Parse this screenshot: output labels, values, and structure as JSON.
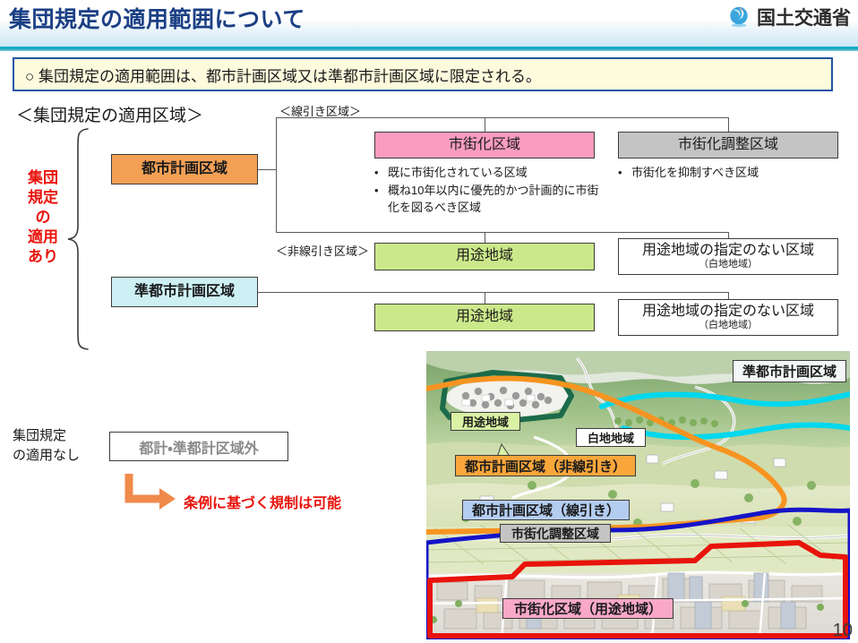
{
  "header": {
    "title": "集団規定の適用範囲について",
    "ministry": "国土交通省",
    "logo_icon": "mlit-swirl-logo"
  },
  "summary": {
    "text": "○ 集団規定の適用範囲は、都市計画区域又は準都市計画区域に限定される。"
  },
  "diagram": {
    "heading": "＜集団規定の適用区域＞",
    "label_senbiki": "＜線引き区域＞",
    "label_hisenbiki": "＜非線引き区域＞",
    "apply_yes": [
      "集団",
      "規定",
      "の",
      "適用",
      "あり"
    ],
    "boxes": {
      "toshikeikaku": "都市計画区域",
      "juntoshi": "準都市計画区域",
      "shigaika": "市街化区域",
      "chousei": "市街化調整区域",
      "youto": "用途地域",
      "hakuchi_main": "用途地域の指定のない区域",
      "hakuchi_sub": "（白地地域）"
    },
    "bullets_shigaika": [
      "既に市街化されている区域",
      "概ね10年以内に優先的かつ計画的に市街化を図るべき区域"
    ],
    "bullets_chousei": [
      "市街化を抑制すべき区域"
    ]
  },
  "not_applied": {
    "label": [
      "集団規定",
      "の適用なし"
    ],
    "box": "都計・準都計区域外",
    "arrow_icon": "bent-arrow-icon",
    "note": "条例に基づく規制は可能"
  },
  "illustration": {
    "labels": {
      "juntoshi": "準都市計画区域",
      "youto": "用途地域",
      "hakuchi": "白地地域",
      "toshi_hisenbiki": "都市計画区域（非線引き）",
      "toshi_senbiki": "都市計画区域（線引き）",
      "chousei": "市街化調整区域",
      "shigaika": "市街化区域（用途地域）"
    },
    "outline_colors": {
      "juntoshi": "#00d8ee",
      "toshi_hisenbiki": "#f79421",
      "toshi_senbiki": "#1414c8",
      "shigaika": "#e8140c",
      "youto": "#1c6b4a"
    }
  },
  "footer": {
    "page_number": "10"
  },
  "palette": {
    "title_blue": "#1b3f84",
    "rule_teal": "#12b0c8",
    "banner_bg": "#fdfbdd",
    "banner_border": "#2255a4",
    "orange": "#f3a055",
    "cyan": "#cdf0f5",
    "pink": "#f99cc0",
    "gray": "#c4c4c4",
    "green": "#cbe98a",
    "red_text": "#e8140c"
  }
}
